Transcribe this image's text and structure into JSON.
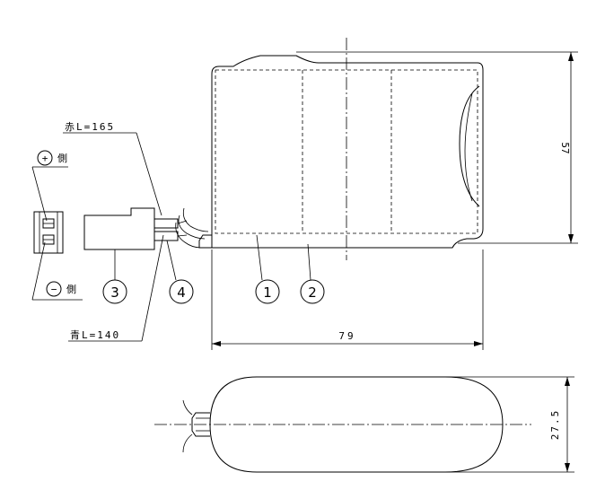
{
  "labels": {
    "red_lead": "赤L=165",
    "blue_lead": "青L=140",
    "plus_side": "側",
    "minus_side": "側",
    "plus_sign": "+",
    "minus_sign": "−"
  },
  "dimensions": {
    "height": "57",
    "width": "79",
    "thickness": "27.5"
  },
  "callouts": [
    "1",
    "2",
    "3",
    "4"
  ]
}
